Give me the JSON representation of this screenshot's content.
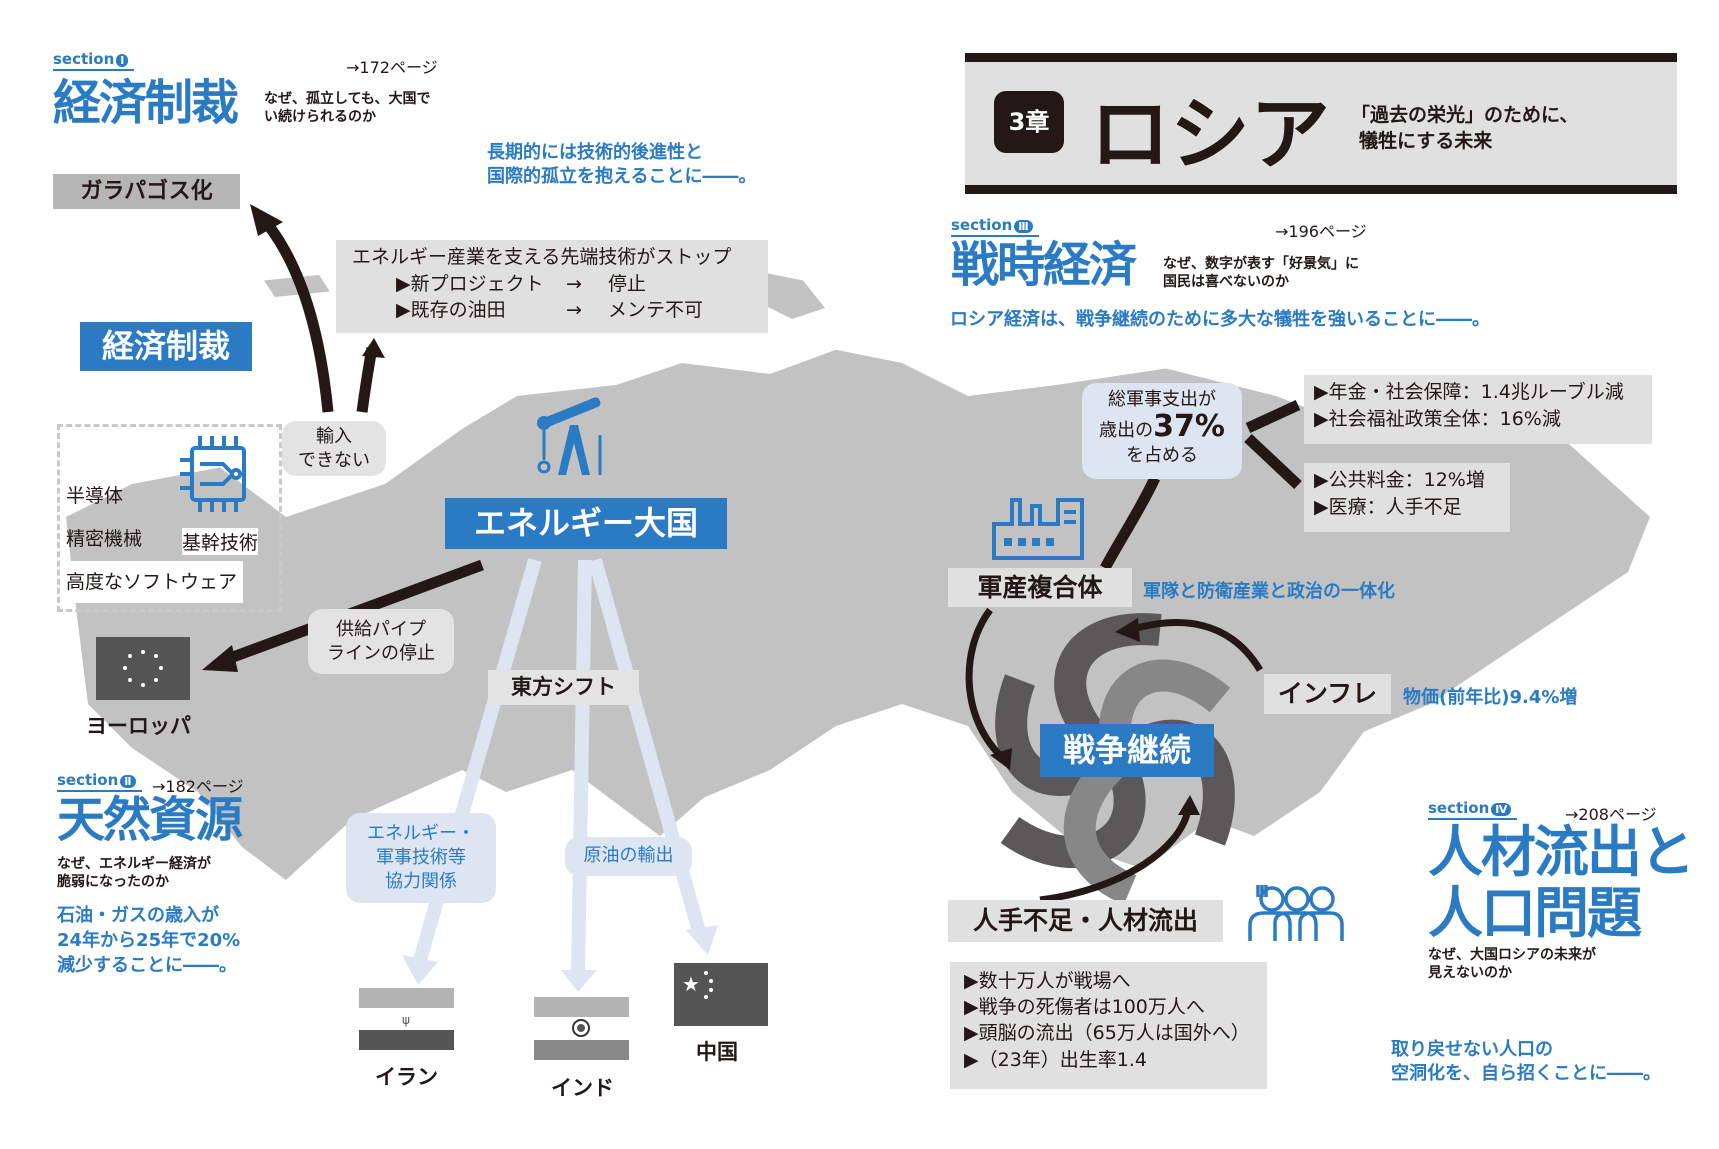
{
  "colors": {
    "accent": "#2a7bc4",
    "map": "#c2c2c2",
    "box": "#e0e0e0",
    "dark": "#231815"
  },
  "banner": {
    "chapter": "3章",
    "title": "ロシア",
    "subtitle_1": "「過去の栄光」のために、",
    "subtitle_2": "犠牲にする未来"
  },
  "section1": {
    "tag": "section",
    "num": "Ⅰ",
    "page": "→172ページ",
    "title": "経済制裁",
    "sub_1": "なぜ、孤立しても、大国で",
    "sub_2": "い続けられるのか",
    "conclusion_1": "長期的には技術的後進性と",
    "conclusion_2": "国際的孤立を抱えることに――。"
  },
  "galapagos": "ガラパゴス化",
  "tech_stop": {
    "head": "エネルギー産業を支える先端技術がストップ",
    "row1_a": "▶新プロジェクト",
    "row1_arrow": "→",
    "row1_b": "停止",
    "row2_a": "▶既存の油田",
    "row2_arrow": "→",
    "row2_b": "メンテ不可"
  },
  "sanctions_box": "経済制裁",
  "import_bubble": {
    "l1": "輸入",
    "l2": "できない"
  },
  "tech_list": [
    "半導体",
    "精密機械",
    "高度なソフトウェア"
  ],
  "core_tech": "基幹技術",
  "energy_power": "エネルギー大国",
  "pipeline_bubble": {
    "l1": "供給パイプ",
    "l2": "ラインの停止"
  },
  "europe": "ヨーロッパ",
  "east_shift": "東方シフト",
  "cooperation": {
    "l1": "エネルギー・",
    "l2": "軍事技術等",
    "l3": "協力関係"
  },
  "oil_export": "原油の輸出",
  "countries": {
    "iran": "イラン",
    "india": "インド",
    "china": "中国"
  },
  "section2": {
    "tag": "section",
    "num": "Ⅱ",
    "page": "→182ページ",
    "title": "天然資源",
    "sub_1": "なぜ、エネルギー経済が",
    "sub_2": "脆弱になったのか",
    "conclusion_1": "石油・ガスの歳入が",
    "conclusion_2": "24年から25年で20%",
    "conclusion_3": "減少することに――。"
  },
  "section3": {
    "tag": "section",
    "num": "Ⅲ",
    "page": "→196ページ",
    "title": "戦時経済",
    "sub_1": "なぜ、数字が表す「好景気」に",
    "sub_2": "国民は喜べないのか",
    "conclusion": "ロシア経済は、戦争継続のために多大な犠牲を強いることに――。"
  },
  "military_spend": {
    "l1": "総軍事支出が",
    "l2_a": "歳出の",
    "l2_b": "37%",
    "l3": "を占める"
  },
  "cuts1": [
    "▶年金・社会保障：1.4兆ルーブル減",
    "▶社会福祉政策全体：16%減"
  ],
  "cuts2": [
    "▶公共料金：12%増",
    "▶医療：人手不足"
  ],
  "mic": "軍産複合体",
  "mic_desc": "軍隊と防衛産業と政治の一体化",
  "inflation": "インフレ",
  "inflation_desc": "物価(前年比)9.4%増",
  "war": "戦争継続",
  "labor": "人手不足・人材流出",
  "labor_list": [
    "▶数十万人が戦場へ",
    "▶戦争の死傷者は100万人へ",
    "▶頭脳の流出（65万人は国外へ）",
    "▶（23年）出生率1.4"
  ],
  "section4": {
    "tag": "section",
    "num": "Ⅳ",
    "page": "→208ページ",
    "title_1": "人材流出と",
    "title_2": "人口問題",
    "sub_1": "なぜ、大国ロシアの未来が",
    "sub_2": "見えないのか",
    "conclusion_1": "取り戻せない人口の",
    "conclusion_2": "空洞化を、自ら招くことに――。"
  }
}
